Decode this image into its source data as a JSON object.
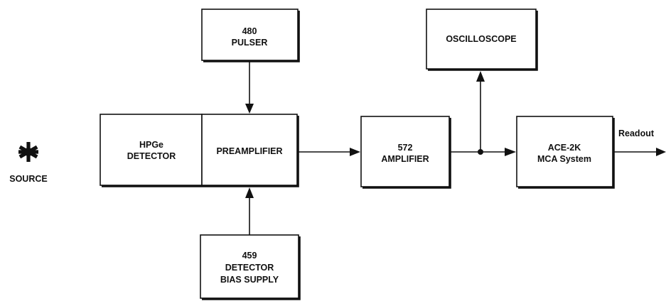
{
  "blocks": {
    "pulser": {
      "line1": "480",
      "line2": "PULSER"
    },
    "oscilloscope": {
      "line1": "OSCILLOSCOPE"
    },
    "hpge": {
      "line1": "HPGe",
      "line2": "DETECTOR"
    },
    "preamp": {
      "line1": "PREAMPLIFIER"
    },
    "amplifier": {
      "line1": "572",
      "line2": "AMPLIFIER"
    },
    "mca": {
      "line1": "ACE-2K",
      "line2": "MCA System"
    },
    "bias": {
      "line1": "459",
      "line2": "DETECTOR",
      "line3": "BIAS SUPPLY"
    }
  },
  "source": {
    "label": "SOURCE",
    "icon": "asterisk-source-icon"
  },
  "output": {
    "label": "Readout"
  },
  "colors": {
    "ink": "#111111",
    "background": "#ffffff"
  }
}
